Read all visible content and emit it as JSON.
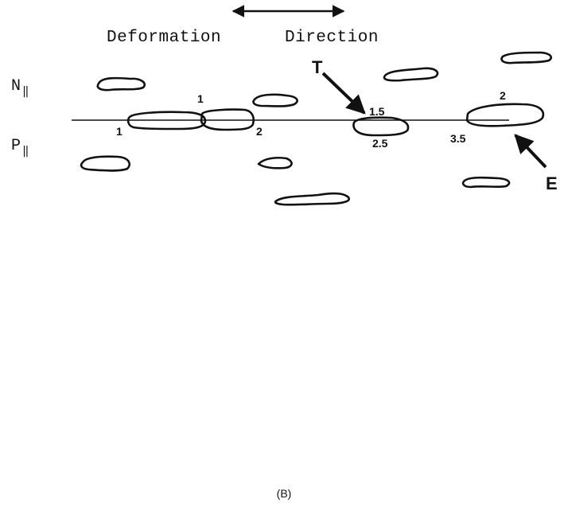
{
  "title_words": [
    "Deformation",
    "Direction"
  ],
  "row_labels": {
    "top": "N",
    "bottom": "P",
    "subscript": "‖"
  },
  "numbers": {
    "n1_left": "1",
    "n1_top": "1",
    "n2_mid": "2",
    "n15": "1.5",
    "n25": "2.5",
    "n35": "3.5",
    "n2_right": "2"
  },
  "arrow_labels": {
    "t": "T",
    "e": "E"
  },
  "caption": "(B)"
}
